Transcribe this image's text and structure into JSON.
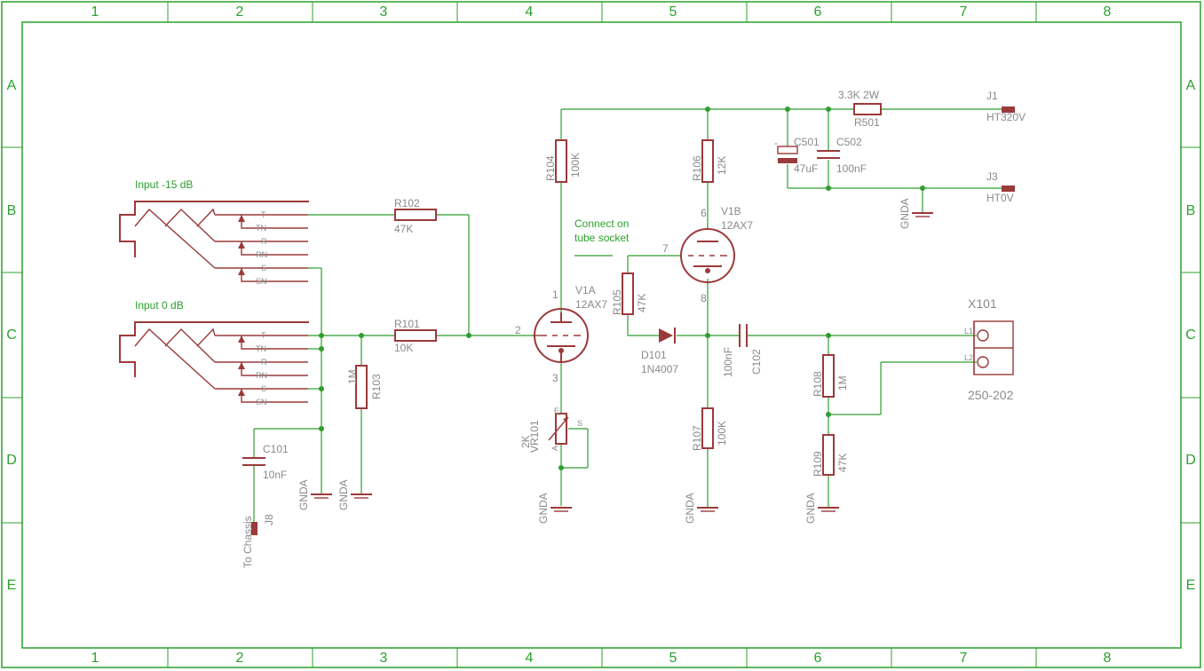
{
  "frame": {
    "columns": [
      "1",
      "2",
      "3",
      "4",
      "5",
      "6",
      "7",
      "8"
    ],
    "rows": [
      "A",
      "B",
      "C",
      "D",
      "E"
    ]
  },
  "notes": {
    "input_minus15": "Input -15 dB",
    "input_0": "Input 0 dB",
    "connect_line1": "Connect on",
    "connect_line2": "tube socket"
  },
  "jack_pins": [
    "T",
    "TN",
    "R",
    "RN",
    "S",
    "SN"
  ],
  "components": {
    "r101": {
      "name": "R101",
      "value": "10K"
    },
    "r102": {
      "name": "R102",
      "value": "47K"
    },
    "r103": {
      "name": "R103",
      "value": "1M"
    },
    "r104": {
      "name": "R104",
      "value": "100K"
    },
    "r105": {
      "name": "R105",
      "value": "47K"
    },
    "r106": {
      "name": "R106",
      "value": "12K"
    },
    "r107": {
      "name": "R107",
      "value": "100K"
    },
    "r108": {
      "name": "R108",
      "value": "1M"
    },
    "r109": {
      "name": "R109",
      "value": "47K"
    },
    "r501": {
      "name": "R501",
      "value": "3.3K 2W"
    },
    "c101": {
      "name": "C101",
      "value": "10nF"
    },
    "c102": {
      "name": "C102",
      "value": "100nF"
    },
    "c501": {
      "name": "C501",
      "value": "47uF"
    },
    "c502": {
      "name": "C502",
      "value": "100nF"
    },
    "d101": {
      "name": "D101",
      "value": "1N4007"
    },
    "v1a": {
      "name": "V1A",
      "value": "12AX7"
    },
    "v1b": {
      "name": "V1B",
      "value": "12AX7"
    },
    "vr101": {
      "name": "VR101",
      "value": "2K",
      "pin_e": "E",
      "pin_a": "A",
      "pin_s": "S"
    },
    "j1": {
      "name": "J1",
      "value": "HT320V"
    },
    "j3": {
      "name": "J3",
      "value": "HT0V"
    },
    "j8": {
      "name": "J8",
      "value": "To Chassis"
    },
    "x101": {
      "name": "X101",
      "value": "250-202",
      "pin1": "1",
      "pin2": "2"
    }
  },
  "pins": {
    "v1a_plate": "1",
    "v1a_grid": "2",
    "v1a_cathode": "3",
    "v1b_plate": "6",
    "v1b_grid": "7",
    "v1b_cathode": "8"
  },
  "ground_label": "GNDA"
}
